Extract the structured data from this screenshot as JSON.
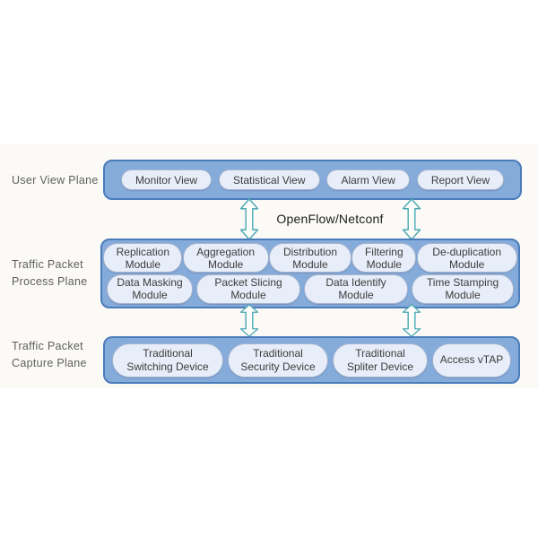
{
  "connector": {
    "label": "OpenFlow/Netconf"
  },
  "user_view_plane": {
    "label": "User View Plane",
    "items": [
      "Monitor View",
      "Statistical View",
      "Alarm View",
      "Report View"
    ]
  },
  "process_plane": {
    "label": "Traffic Packet Process Plane",
    "row1": [
      "Replication Module",
      "Aggregation Module",
      "Distribution Module",
      "Filtering Module",
      "De-duplication Module"
    ],
    "row2": [
      "Data Masking Module",
      "Packet Slicing Module",
      "Data Identify Module",
      "Time Stamping Module"
    ]
  },
  "capture_plane": {
    "label": "Traffic Packet Capture Plane",
    "items": [
      "Traditional Switching Device",
      "Traditional Security Device",
      "Traditional Spliter Device",
      "Access vTAP"
    ]
  },
  "colors": {
    "plane_fill": "#85abdb",
    "plane_border": "#4b7cba",
    "pill_fill": "#e8eef9",
    "pill_border": "#a6b4cd",
    "arrow_stroke": "#49a8b2",
    "side_label_text": "#5e5e5e",
    "pill_text": "#3b3b3b",
    "connector_text": "#1d1d1d"
  }
}
